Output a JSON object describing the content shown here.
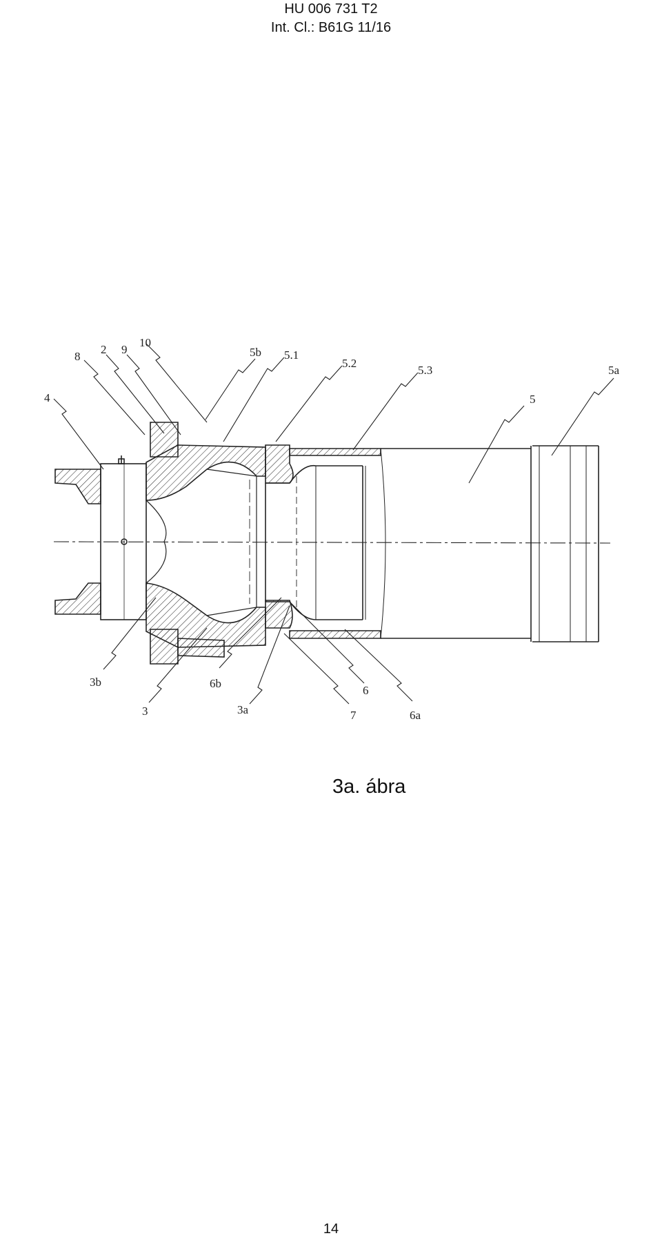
{
  "header": {
    "patent_number": "HU 006 731 T2",
    "classification": "Int. Cl.: B61G 11/16"
  },
  "figure": {
    "caption": "3a. ábra",
    "labels": {
      "l4": "4",
      "l8": "8",
      "l2": "2",
      "l9": "9",
      "l10": "10",
      "l5b": "5b",
      "l51": "5.1",
      "l52": "5.2",
      "l53": "5.3",
      "l5": "5",
      "l5a": "5a",
      "l3b": "3b",
      "l3": "3",
      "l6b": "6b",
      "l3a": "3a",
      "l7": "7",
      "l6": "6",
      "l6a": "6a"
    }
  },
  "footer": {
    "page_number": "14"
  }
}
